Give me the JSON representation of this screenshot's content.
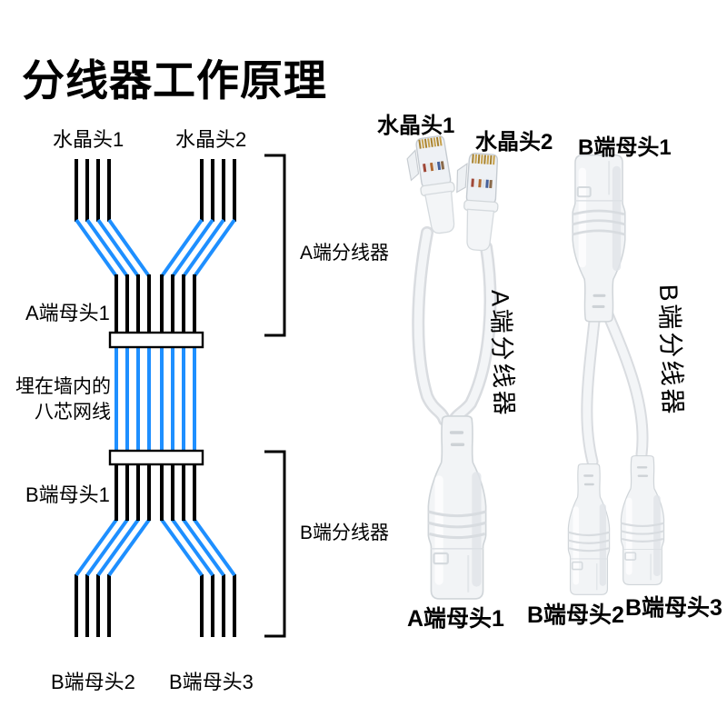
{
  "page": {
    "title": "分线器工作原理"
  },
  "colors": {
    "wire_black": "#000000",
    "wire_blue": "#1e8fff",
    "connector_white": "#f2f4f6"
  },
  "diagram": {
    "wire_count": 8,
    "top_labels": {
      "crystal1": "水晶头1",
      "crystal2": "水晶头2"
    },
    "side_labels": {
      "a_female1": "A端母头1",
      "wall_cable_line1": "埋在墙内的",
      "wall_cable_line2": "八芯网线",
      "b_female1": "B端母头1"
    },
    "bottom_labels": {
      "b_female2": "B端母头2",
      "b_female3": "B端母头3"
    },
    "bracket_labels": {
      "a_splitter": "A端分线器",
      "b_splitter": "B端分线器"
    }
  },
  "photos": {
    "top_labels": {
      "crystal1": "水晶头1",
      "crystal2": "水晶头2",
      "b_female1": "B端母头1"
    },
    "vertical_labels": {
      "a_splitter": "A端分线器",
      "b_splitter": "B端分线器"
    },
    "bottom_labels": {
      "a_female1": "A端母头1",
      "b_female2": "B端母头2",
      "b_female3": "B端母头3"
    }
  }
}
